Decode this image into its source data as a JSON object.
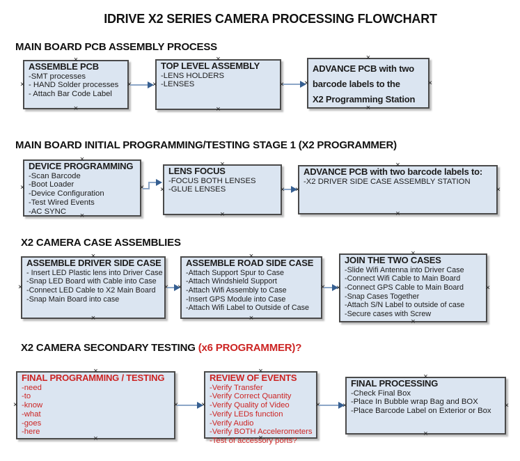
{
  "title": "IDRIVE X2  SERIES CAMERA PROCESSING FLOWCHART",
  "colors": {
    "box_fill": "#dbe5f1",
    "box_border": "#4a4a4a",
    "accent_red": "#cc2423",
    "connector_line": "#8ca6c7",
    "connector_arrow": "#365f91",
    "text": "#1c1c1c"
  },
  "icons": {
    "connection_point": "×"
  },
  "sections": [
    {
      "heading": "MAIN BOARD PCB ASSEMBLY PROCESS",
      "heading_accent": "",
      "boxes": [
        {
          "title": "ASSEMBLE PCB",
          "items": [
            "-SMT processes",
            "- HAND Solder processes",
            "- Attach Bar Code Label"
          ]
        },
        {
          "title": "TOP LEVEL ASSEMBLY",
          "items": [
            "-LENS HOLDERS",
            "-LENSES"
          ]
        },
        {
          "title": "ADVANCE PCB with two\nbarcode labels to the\n X2 Programming Station",
          "items": []
        }
      ]
    },
    {
      "heading": "MAIN BOARD INITIAL PROGRAMMING/TESTING STAGE 1 (X2 PROGRAMMER)",
      "heading_accent": "",
      "boxes": [
        {
          "title": "DEVICE PROGRAMMING",
          "items": [
            "-Scan Barcode",
            "-Boot Loader",
            "-Device Configuration",
            "-Test Wired Events",
            "-AC SYNC"
          ]
        },
        {
          "title": "LENS FOCUS",
          "items": [
            "-FOCUS BOTH LENSES",
            "-GLUE LENSES"
          ]
        },
        {
          "title": "ADVANCE PCB with two barcode labels to:",
          "items": [
            "-X2 DRIVER  SIDE  CASE  ASSEMBLY STATION"
          ]
        }
      ]
    },
    {
      "heading": "X2 CAMERA CASE ASSEMBLIES",
      "heading_accent": "",
      "boxes": [
        {
          "title": "ASSEMBLE DRIVER SIDE CASE",
          "items": [
            "- Insert LED Plastic lens into Driver Case",
            "-Snap LED Board with Cable into Case",
            "-Connect LED Cable to X2 Main Board",
            "-Snap Main Board into case"
          ]
        },
        {
          "title": "ASSEMBLE ROAD SIDE CASE",
          "items": [
            "-Attach Support Spur to Case",
            "-Attach Windshield Support",
            "-Attach Wifi Assembly to Case",
            "-Insert GPS Module into Case",
            "-Attach Wifi Label to Outside of Case"
          ]
        },
        {
          "title": "JOIN THE TWO CASES",
          "items": [
            "-Slide Wifi Antenna into Driver Case",
            "-Connect Wifi Cable to Main Board",
            "-Connect GPS Cable to Main Board",
            "-Snap Cases Together",
            "-Attach S/N Label to outside of case",
            "-Secure cases with Screw"
          ]
        }
      ]
    },
    {
      "heading": "X2 CAMERA SECONDARY TESTING ",
      "heading_accent": " (x6 PROGRAMMER)?",
      "boxes": [
        {
          "title": "FINAL PROGRAMMING / TESTING",
          "items": [
            "-need",
            "-to",
            "-know",
            "-what",
            "-goes",
            "-here"
          ]
        },
        {
          "title": "REVIEW OF EVENTS",
          "items": [
            "-Verify Transfer",
            "-Verify Correct Quantity",
            "-Verify Quality of Video",
            "-Verify LEDs function",
            "-Verify Audio",
            "-Verify BOTH Accelerometers",
            "-Test of accessory ports?"
          ]
        },
        {
          "title": "FINAL PROCESSING",
          "items": [
            " -Check Final Box",
            "-Place In Bubble wrap Bag and BOX",
            "-Place Barcode Label on Exterior or Box"
          ]
        }
      ]
    }
  ]
}
